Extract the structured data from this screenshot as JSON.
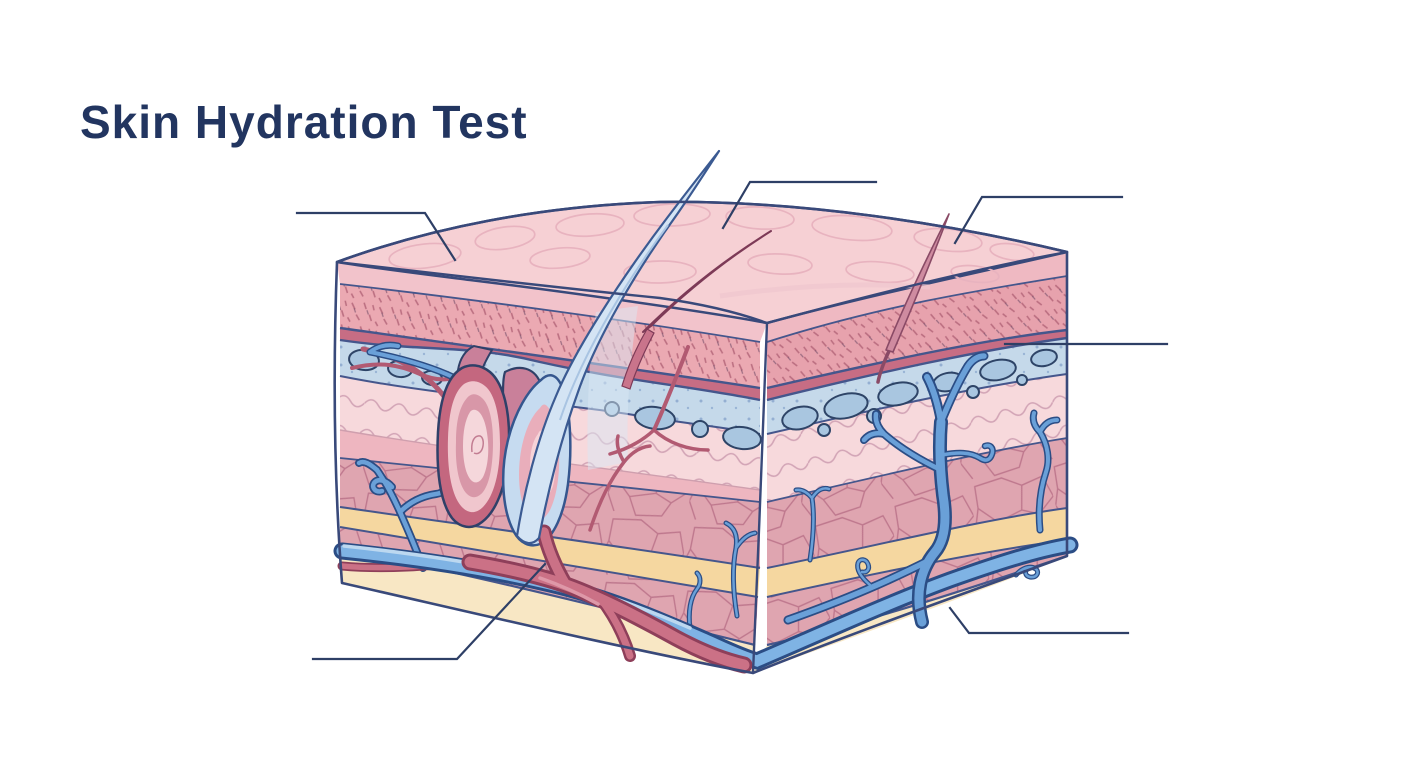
{
  "title": {
    "text": "Skin Hydration Test",
    "color": "#223560"
  },
  "background_color": "#ffffff",
  "diagram": {
    "name": "skin-cross-section-illustration",
    "description_visible_text": "",
    "callout_count": 6,
    "callouts": [
      {
        "id": "top-left",
        "label": ""
      },
      {
        "id": "top-center",
        "label": ""
      },
      {
        "id": "top-right",
        "label": ""
      },
      {
        "id": "right",
        "label": ""
      },
      {
        "id": "bottom-right",
        "label": ""
      },
      {
        "id": "bottom-left",
        "label": ""
      }
    ],
    "palette": {
      "outline": "#39497a",
      "callout_line": "#2e3f66",
      "skin_surface_pink": "#f6d0d4",
      "epidermis_stipple_pink": "#eba9b2",
      "basal_rose_strip": "#c76d84",
      "hydrated_layer_blue": "#c5d9ea",
      "hydrated_cell_blue": "#a9c6e0",
      "papillary_dermis_pink": "#f7d9dc",
      "reticular_dermis_rose": "#dfa5b0",
      "fat_yellow": "#f5d7a0",
      "base_cream": "#f8e7c4",
      "vessel_blue": "#6aa0d8",
      "vessel_blue_outline": "#2b4d85",
      "vessel_red": "#cb7186",
      "vessel_red_outline": "#8e3f5a",
      "hair_shaft_blue": "#d4e4f4",
      "hair_red": "#c9748b"
    }
  }
}
